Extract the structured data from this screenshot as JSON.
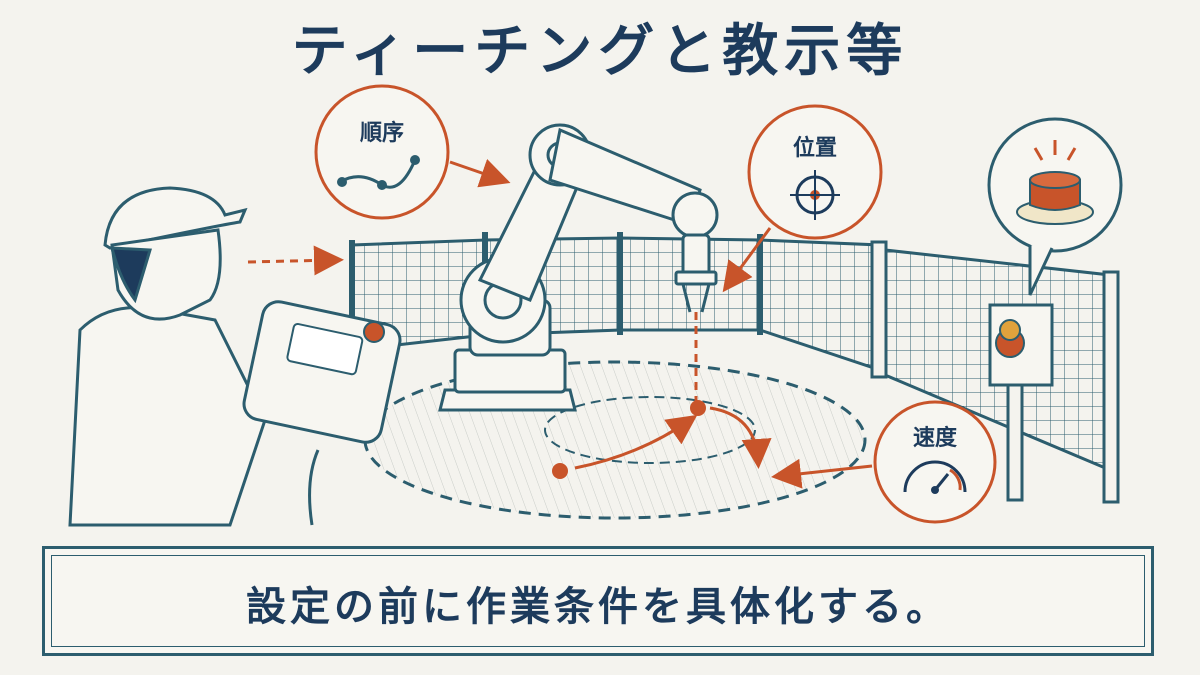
{
  "title": "ティーチングと教示等",
  "bubbles": {
    "sequence": "順序",
    "position": "位置",
    "speed": "速度"
  },
  "banner": {
    "text": "設定の前に作業条件を具体化する。",
    "icon": "clipboard-check-icon"
  },
  "colors": {
    "navy": "#1d3b5c",
    "teal": "#2c5d6e",
    "accent": "#c8542a"
  }
}
